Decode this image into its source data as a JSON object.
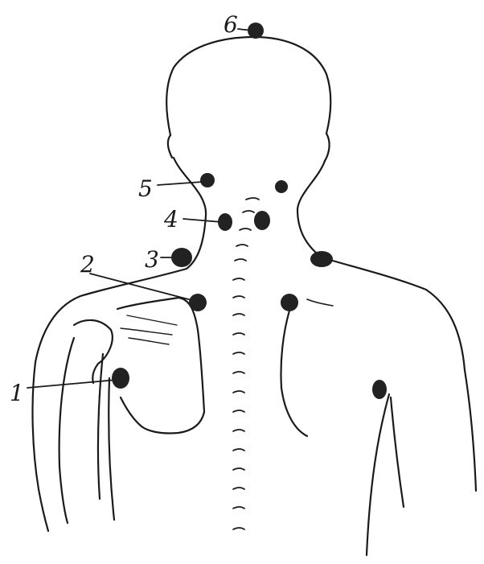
{
  "labels": {
    "p1": "1",
    "p2": "2",
    "p3": "3",
    "p4": "4",
    "p5": "5",
    "p6": "6"
  },
  "colors": {
    "ink": "#1a1a1a",
    "point": "#222222",
    "background": "#ffffff"
  }
}
